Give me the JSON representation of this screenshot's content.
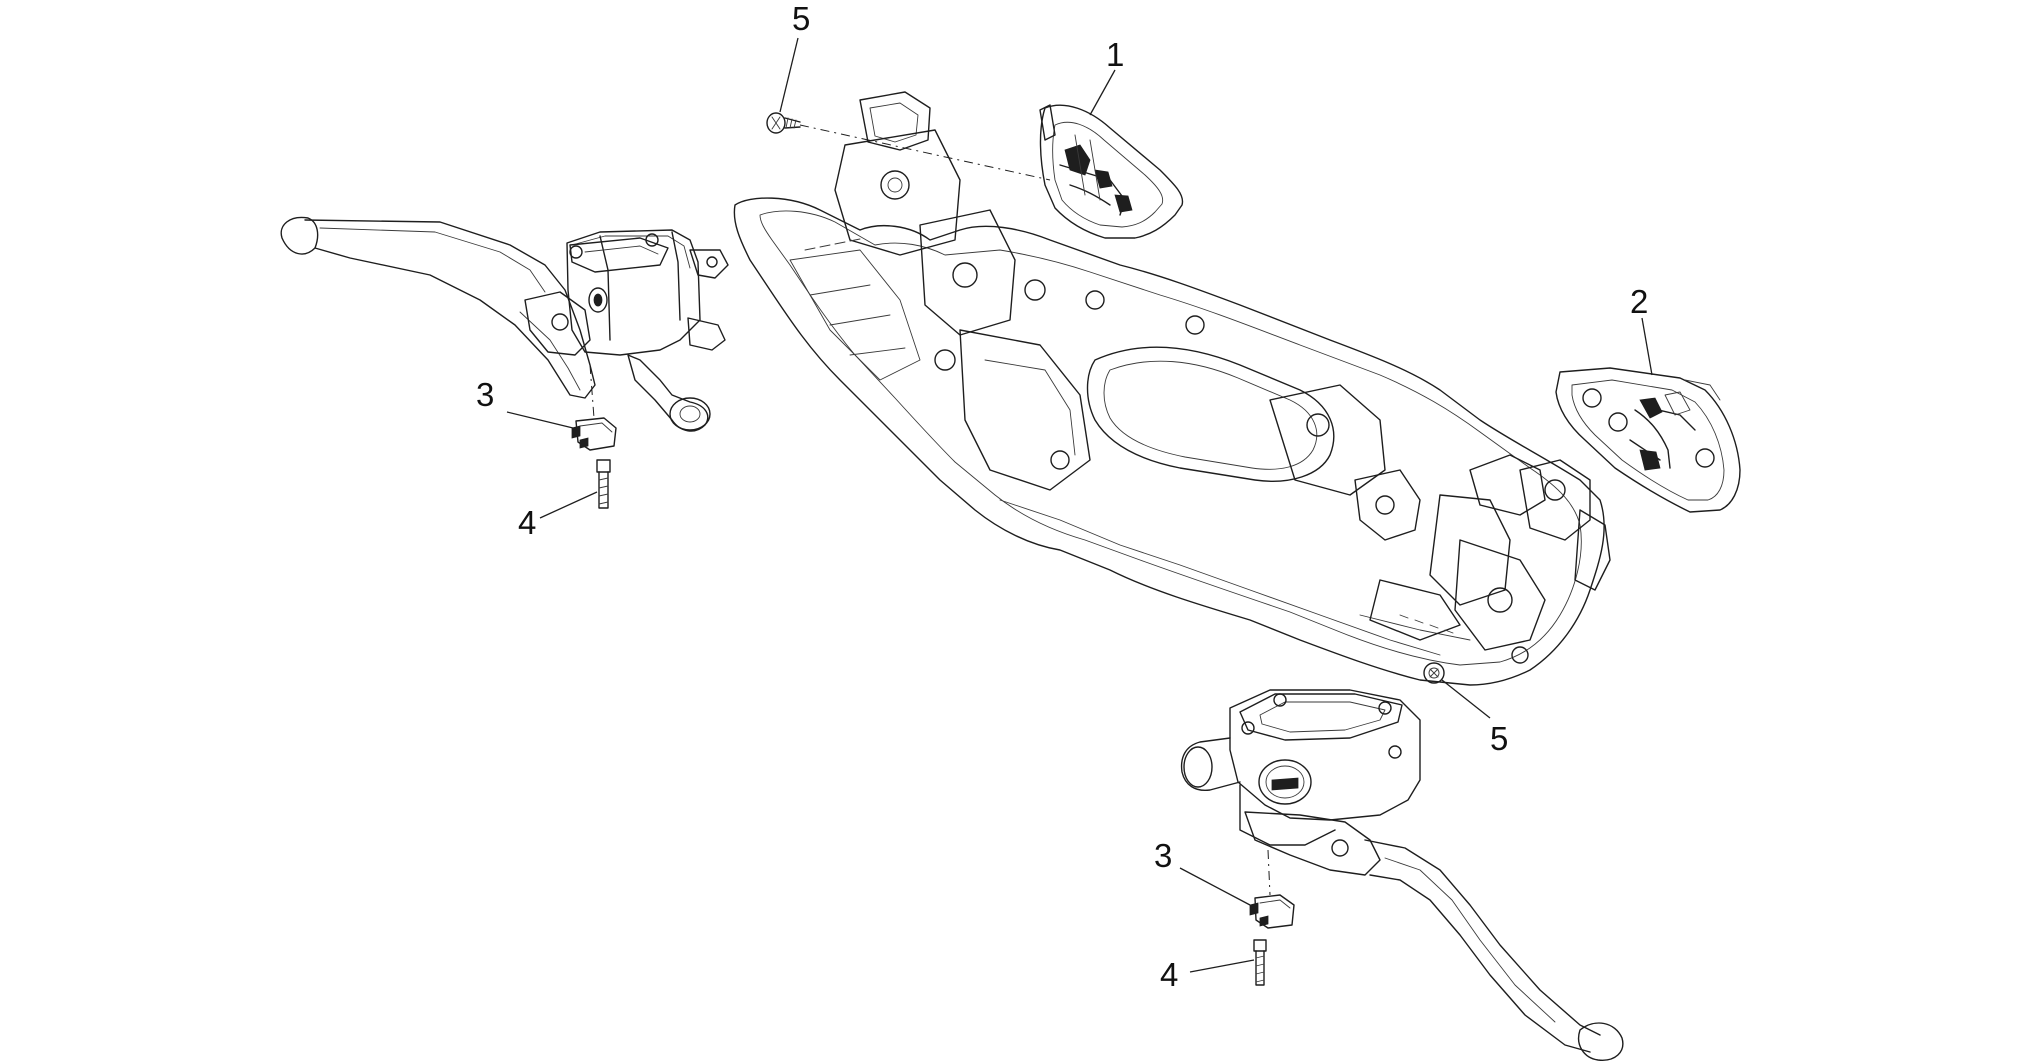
{
  "callouts": {
    "c1": "1",
    "c2": "2",
    "c3_left": "3",
    "c4_left": "4",
    "c5_top": "5",
    "c5_right": "5",
    "c3_right": "3",
    "c4_right": "4"
  },
  "colors": {
    "line": "#1e1e1e",
    "background": "#ffffff"
  }
}
